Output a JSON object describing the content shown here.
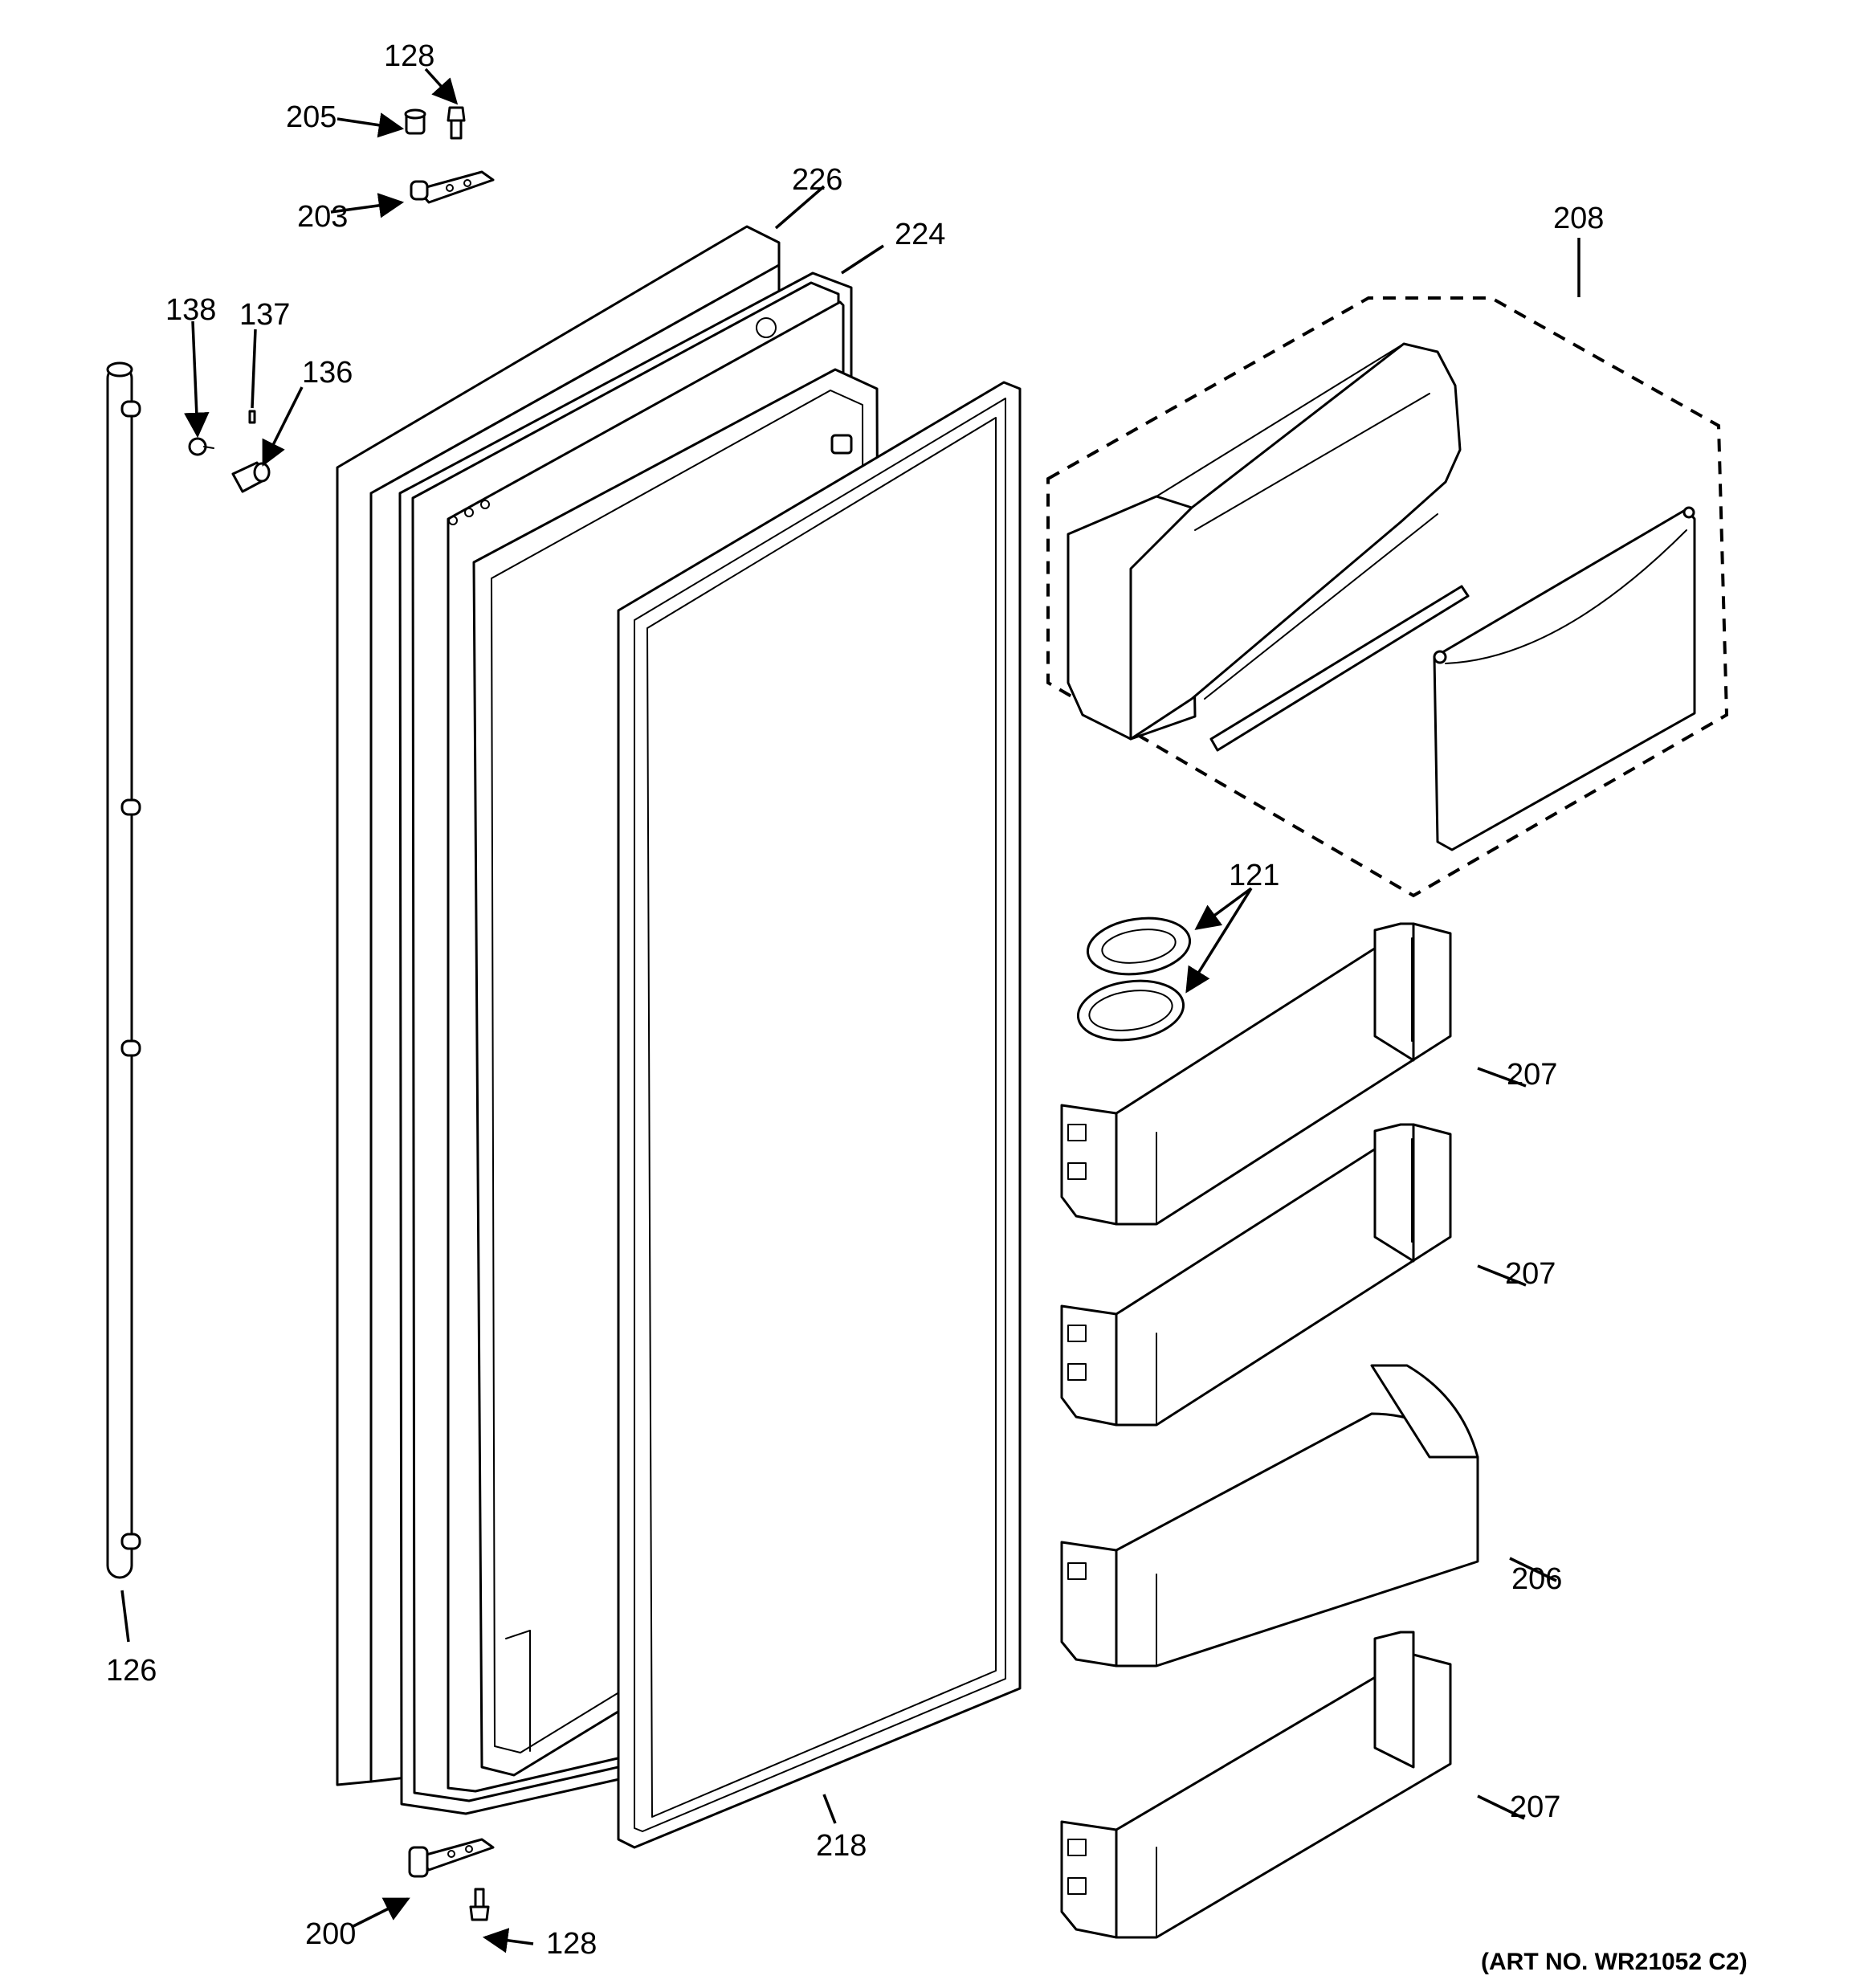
{
  "callouts": {
    "c128_top": "128",
    "c205": "205",
    "c203": "203",
    "c226": "226",
    "c224": "224",
    "c208": "208",
    "c138": "138",
    "c137": "137",
    "c136": "136",
    "c121": "121",
    "c207_a": "207",
    "c207_b": "207",
    "c206": "206",
    "c207_c": "207",
    "c126": "126",
    "c218": "218",
    "c200": "200",
    "c128_bottom": "128"
  },
  "art_number": "(ART NO. WR21052 C2)"
}
